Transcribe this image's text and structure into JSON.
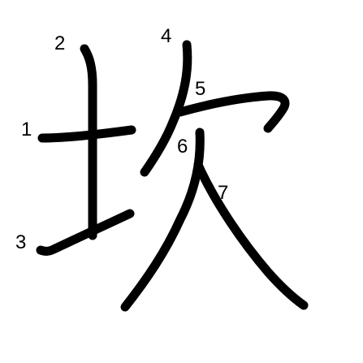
{
  "character": "坎",
  "stroke_color": "#000000",
  "number_color": "#000000",
  "background_color": "#ffffff",
  "strokes": [
    {
      "label": "1"
    },
    {
      "label": "2"
    },
    {
      "label": "3"
    },
    {
      "label": "4"
    },
    {
      "label": "5"
    },
    {
      "label": "6"
    },
    {
      "label": "7"
    }
  ]
}
